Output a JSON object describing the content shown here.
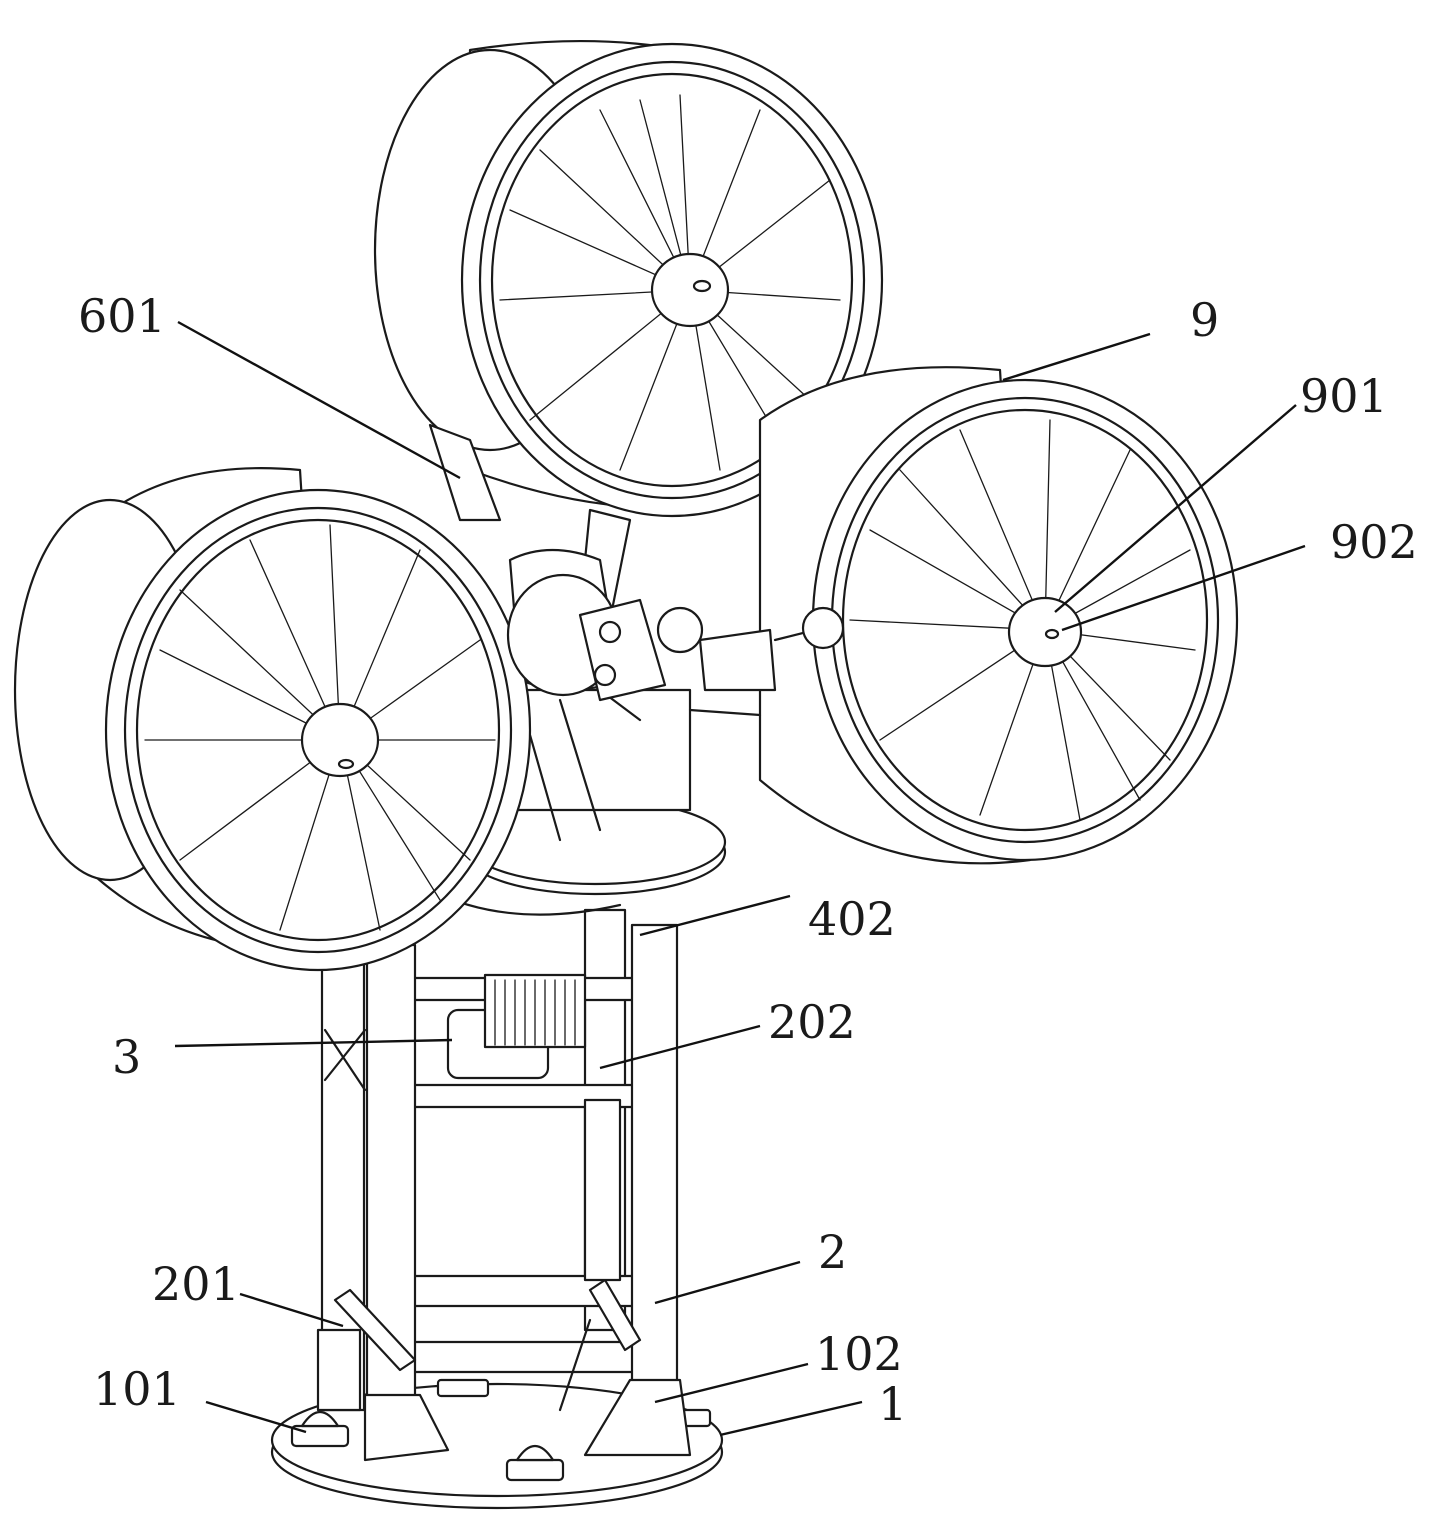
{
  "figure": {
    "callouts": [
      {
        "id": "601",
        "label": "601"
      },
      {
        "id": "9",
        "label": "9"
      },
      {
        "id": "901",
        "label": "901"
      },
      {
        "id": "902",
        "label": "902"
      },
      {
        "id": "402",
        "label": "402"
      },
      {
        "id": "202",
        "label": "202"
      },
      {
        "id": "3",
        "label": "3"
      },
      {
        "id": "2",
        "label": "2"
      },
      {
        "id": "201",
        "label": "201"
      },
      {
        "id": "102",
        "label": "102"
      },
      {
        "id": "101",
        "label": "101"
      },
      {
        "id": "1",
        "label": "1"
      }
    ],
    "line_color": "#1a1a1a",
    "background": "#ffffff"
  }
}
